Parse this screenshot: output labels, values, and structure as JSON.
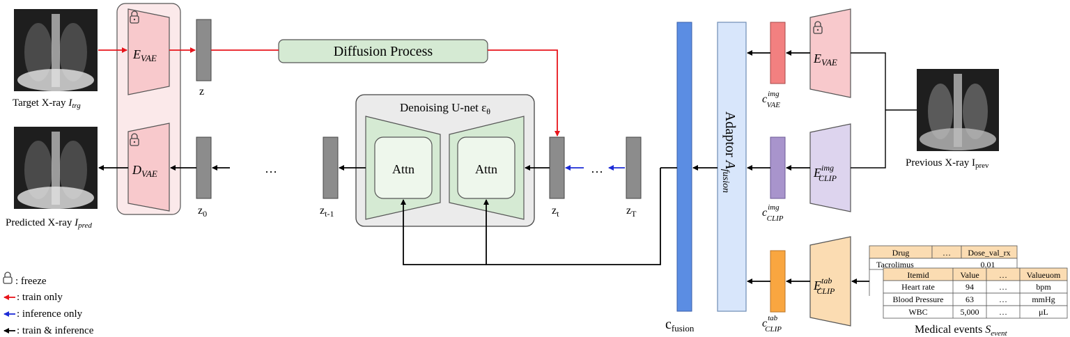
{
  "images": {
    "target_caption": "Target X-ray ",
    "target_sub": "trg",
    "pred_caption": "Predicted X-ray ",
    "pred_sub": "pred",
    "prev_caption": "Previous X-ray I",
    "prev_sub": "prev"
  },
  "encoders": {
    "e_vae_base": "E",
    "e_vae_sub": "VAE",
    "d_vae_base": "D",
    "d_vae_sub": "VAE",
    "e_clip_base": "E",
    "e_clip_sub": "CLIP",
    "e_clip_img_sup": "img",
    "e_clip_tab_sup": "tab"
  },
  "latents": {
    "z": "z",
    "z0": "z",
    "z0_sub": "0",
    "zt1": "z",
    "zt1_sub": "t-1",
    "zt": "z",
    "zt_sub": "t",
    "zT": "z",
    "zT_sub": "T",
    "ellipsis": "…"
  },
  "diffusion_label": "Diffusion Process",
  "unet": {
    "title": "Denoising U-net ε",
    "title_sub": "θ",
    "attn_left": "Attn",
    "attn_right": "Attn"
  },
  "adaptor": {
    "label": "Adaptor ",
    "label_var": "A",
    "label_sub": "fusion"
  },
  "conditions": {
    "c_base": "c",
    "vae_sup": "img",
    "vae_sub": "VAE",
    "clip_img_sup": "img",
    "clip_img_sub": "CLIP",
    "clip_tab_sup": "tab",
    "clip_tab_sub": "CLIP",
    "fusion_base": "c",
    "fusion_sub": "fusion"
  },
  "tables": {
    "drug_headers": [
      "Drug",
      "…",
      "Dose_val_rx"
    ],
    "drug_row": [
      "Tacrolimus",
      "",
      "0.01"
    ],
    "lab_headers": [
      "Itemid",
      "Value",
      "…",
      "Valueuom"
    ],
    "lab_rows": [
      [
        "Heart rate",
        "94",
        "…",
        "bpm"
      ],
      [
        "Blood Pressure",
        "63",
        "…",
        "mmHg"
      ],
      [
        "WBC",
        "5,000",
        "…",
        "μL"
      ]
    ],
    "caption": "Medical events ",
    "caption_var": "S",
    "caption_sub": "event"
  },
  "legend": {
    "freeze": ": freeze",
    "train_only": ": train only",
    "inference_only": ": inference only",
    "train_inference": ": train & inference"
  },
  "colors": {
    "red_arrow": "#e8141b",
    "blue_arrow": "#1c2bd6",
    "vae_pink": "#f8c9cc",
    "clip_purple": "#ddd4ee",
    "tab_orange": "#fbdcb2",
    "latent_gray": "#8c8c8c",
    "fusion_blue": "#5b8de3",
    "adaptor_blue": "#d8e6fb",
    "diffusion_green": "#d5ead3",
    "c_vae_red": "#f28080",
    "c_clip_purple": "#a894cc",
    "c_tab_orange": "#f9a640"
  }
}
